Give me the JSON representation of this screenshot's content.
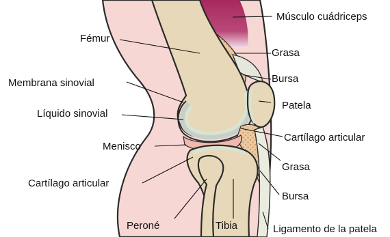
{
  "diagram": {
    "labels": {
      "musculo_cuadriceps": "Músculo cuádriceps",
      "femur": "Fémur",
      "grasa_superior": "Grasa",
      "bursa_superior": "Bursa",
      "membrana_sinovial": "Membrana sinovial",
      "patela": "Patela",
      "liquido_sinovial": "Líquido sinovial",
      "cartilago_articular_derecho": "Cartílago articular",
      "menisco": "Menisco",
      "grasa_inferior": "Grasa",
      "cartilago_articular_izquierdo": "Cartílago articular",
      "bursa_inferior": "Bursa",
      "perone": "Peroné",
      "tibia": "Tibia",
      "ligamento_patela": "Ligamento de la patela"
    },
    "colors": {
      "skin": "#f6d7d4",
      "bone": "#e6d8b8",
      "bone_shade": "#d2c09b",
      "cartilage": "#d9e3d3",
      "synovial": "#c8cfc6",
      "muscle": "#a8285e",
      "fat": "#ecc9a0",
      "fat_dot": "#c99a66",
      "meniscus": "#f0b8ae",
      "outline": "#2a2a2a"
    }
  }
}
